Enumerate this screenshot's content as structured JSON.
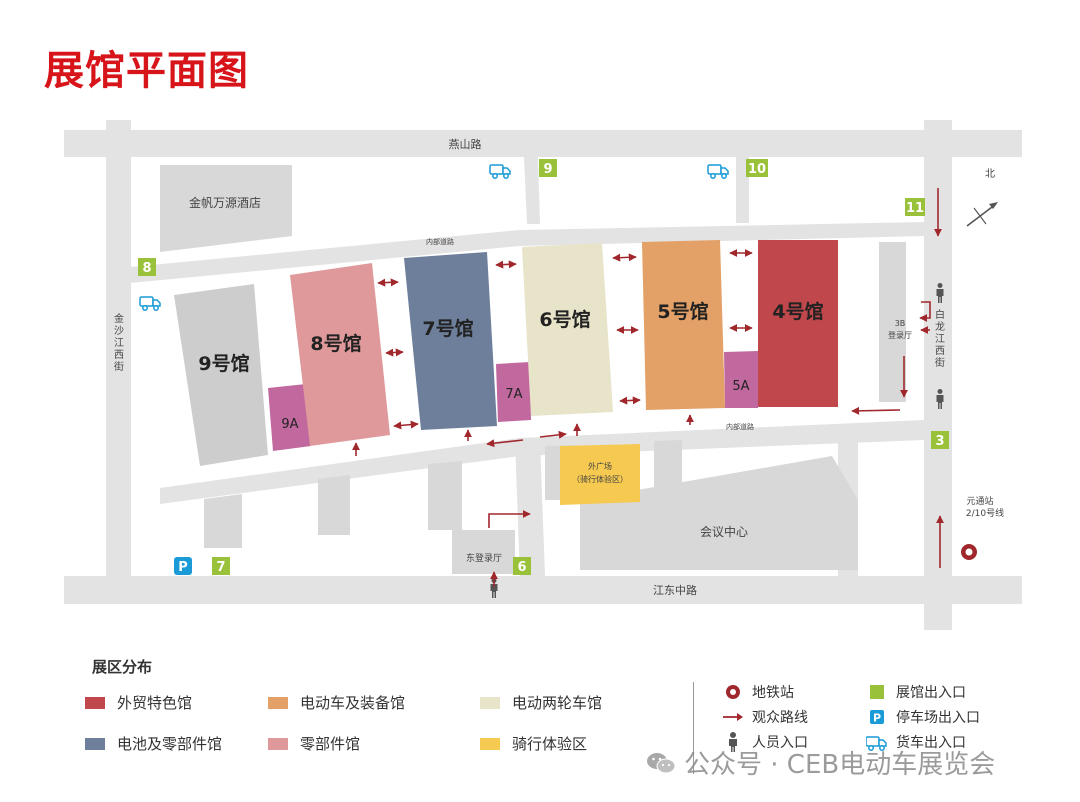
{
  "title": "展馆平面图",
  "roads": {
    "top": "燕山路",
    "bottom": "江东中路",
    "left": "金沙江西街",
    "right": "白龙江西街",
    "inner_top": "内部道路",
    "inner_bottom": "内部道路"
  },
  "buildings": {
    "hotel": "金帆万源酒店",
    "conference": "会议中心",
    "plaza_line1": "外广场",
    "plaza_line2": "（骑行体验区）",
    "east_reg": "东登录厅",
    "reg_3b_line1": "3B",
    "reg_3b_line2": "登录厅",
    "metro_line1": "元通站",
    "metro_line2": "2/10号线",
    "north": "北"
  },
  "halls": {
    "h9": "9号馆",
    "h8": "8号馆",
    "h7": "7号馆",
    "h6": "6号馆",
    "h5": "5号馆",
    "h4": "4号馆",
    "h9a": "9A",
    "h7a": "7A",
    "h5a": "5A"
  },
  "gates": {
    "g3": "3",
    "g6": "6",
    "g7": "7",
    "g8": "8",
    "g9": "9",
    "g10": "10",
    "g11": "11",
    "parking": "P"
  },
  "colors": {
    "foreign_trade": "#c0474b",
    "ev_equipment": "#e3a067",
    "two_wheeler": "#e8e4c9",
    "battery_parts": "#6e7f9c",
    "parts": "#e0999a",
    "cycling": "#f6c950",
    "annex": "#c1689f",
    "hall9": "#cdcdcd",
    "gate_green": "#99c13a",
    "parking_blue": "#1a9ad6",
    "route": "#a0282d"
  },
  "legend": {
    "title": "展区分布",
    "items": [
      {
        "label": "外贸特色馆",
        "color": "#c0474b"
      },
      {
        "label": "电动车及装备馆",
        "color": "#e3a067"
      },
      {
        "label": "电动两轮车馆",
        "color": "#e8e4c9"
      },
      {
        "label": "电池及零部件馆",
        "color": "#6e7f9c"
      },
      {
        "label": "零部件馆",
        "color": "#e0999a"
      },
      {
        "label": "骑行体验区",
        "color": "#f6c950"
      }
    ],
    "symbols": [
      {
        "label": "地铁站",
        "icon": "metro-icon"
      },
      {
        "label": "展馆出入口",
        "icon": "gate-square-icon"
      },
      {
        "label": "观众路线",
        "icon": "route-arrow-icon"
      },
      {
        "label": "停车场出入口",
        "icon": "parking-icon"
      },
      {
        "label": "人员入口",
        "icon": "person-icon"
      },
      {
        "label": "货车出入口",
        "icon": "truck-icon"
      }
    ]
  },
  "watermark": "公众号 · CEB电动车展览会"
}
